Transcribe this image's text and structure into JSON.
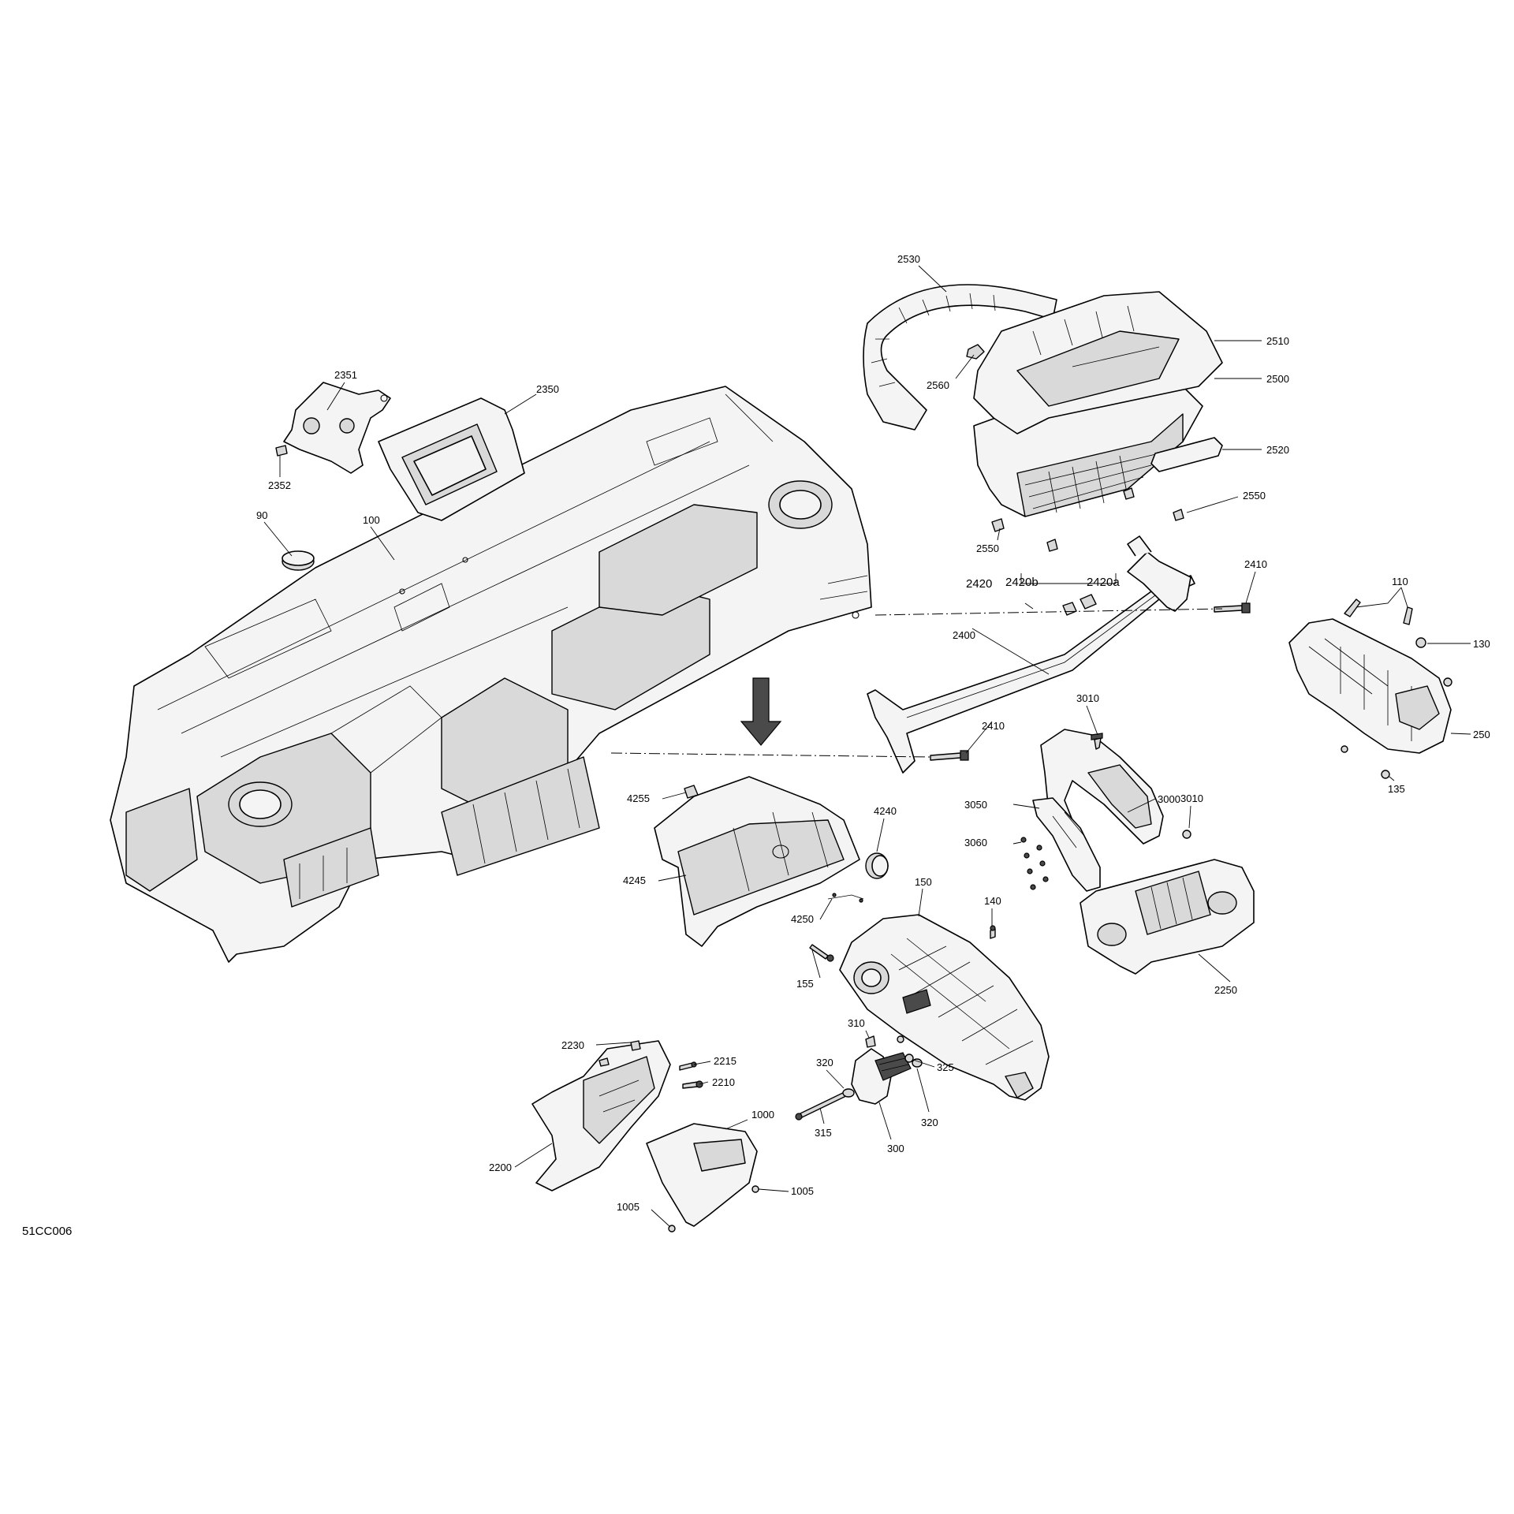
{
  "drawing_code": "51CC006",
  "callouts": {
    "c2530": "2530",
    "c2510": "2510",
    "c2560": "2560",
    "c2500": "2500",
    "c2520": "2520",
    "c2550a": "2550",
    "c2550b": "2550",
    "c2351": "2351",
    "c2350": "2350",
    "c2352": "2352",
    "c90": "90",
    "c100": "100",
    "c2410a": "2410",
    "c2420": "2420",
    "c2420b": "2420b",
    "c2420a": "2420a",
    "c2400": "2400",
    "c2410b": "2410",
    "c110": "110",
    "c130": "130",
    "c250": "250",
    "c135": "135",
    "c3010a": "3010",
    "c3000": "3000",
    "c3010b": "3010",
    "c3050": "3050",
    "c3060": "3060",
    "c4255": "4255",
    "c4240": "4240",
    "c4245": "4245",
    "c4250": "4250",
    "c150": "150",
    "c140": "140",
    "c155": "155",
    "c2250": "2250",
    "c310": "310",
    "c320a": "320",
    "c325": "325",
    "c320b": "320",
    "c315": "315",
    "c300": "300",
    "c2230": "2230",
    "c2215": "2215",
    "c2210": "2210",
    "c1000": "1000",
    "c2200": "2200",
    "c1005a": "1005",
    "c1005b": "1005"
  }
}
